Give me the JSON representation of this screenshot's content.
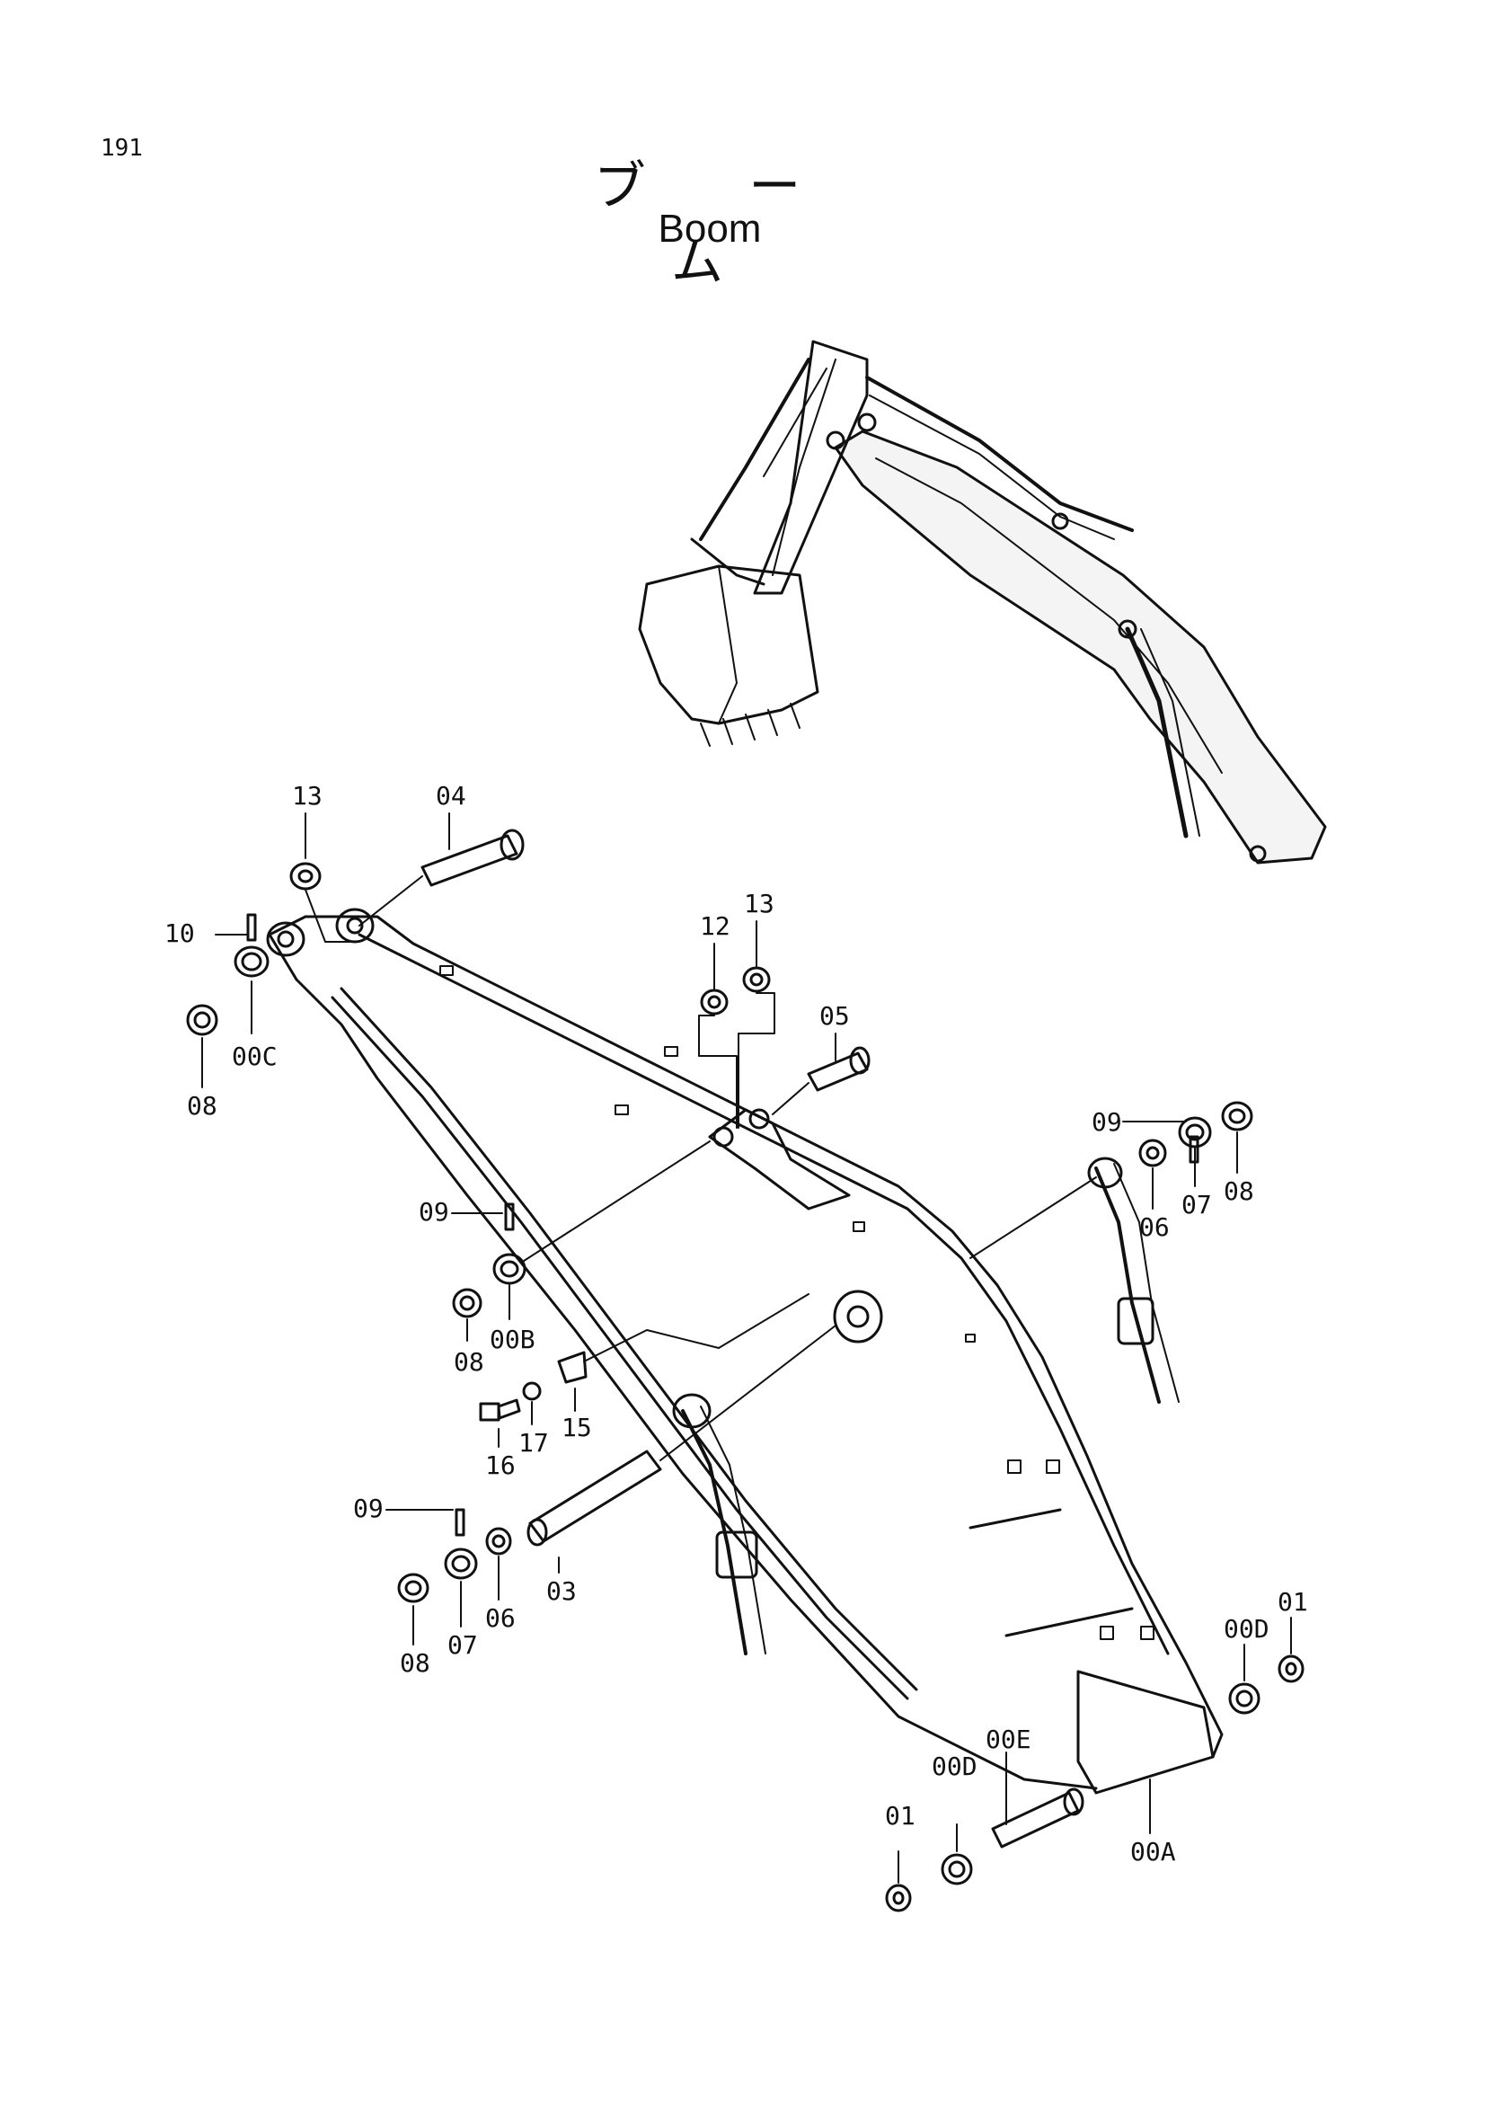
{
  "page_number": "191",
  "title_ja": "ブ ー ム",
  "title_en": "Boom",
  "part_labels": {
    "p13a": "13",
    "p04": "04",
    "p10": "10",
    "p00C": "00C",
    "p08a": "08",
    "p12": "12",
    "p13b": "13",
    "p05": "05",
    "p09a": "09",
    "p06a": "06",
    "p07a": "07",
    "p08b": "08",
    "p09b": "09",
    "p00B": "00B",
    "p08c": "08",
    "p15": "15",
    "p16": "16",
    "p17": "17",
    "p09c": "09",
    "p07b": "07",
    "p06b": "06",
    "p03": "03",
    "p08d": "08",
    "p00D_a": "00D",
    "p01a": "01",
    "p00D_b": "00D",
    "p00E": "00E",
    "p01b": "01",
    "p00A": "00A"
  }
}
